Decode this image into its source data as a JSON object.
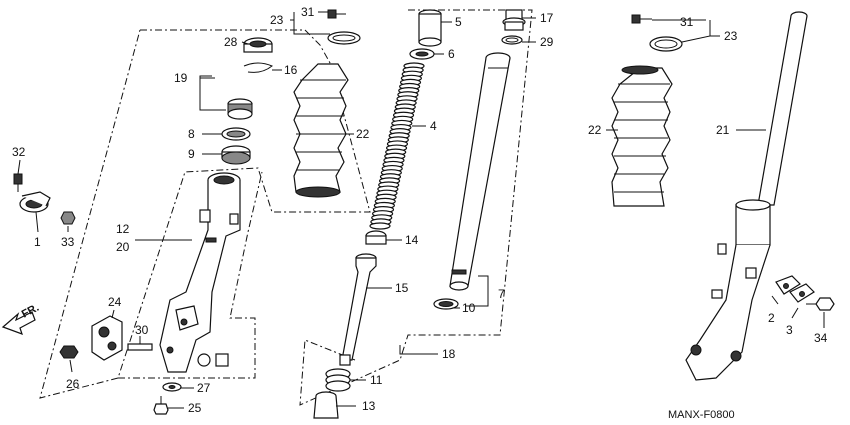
{
  "diagram": {
    "code": "MANX-F0800",
    "direction": "FR.",
    "callouts": {
      "p1": "1",
      "p2": "2",
      "p3": "3",
      "p4": "4",
      "p5": "5",
      "p6": "6",
      "p7": "7",
      "p8": "8",
      "p9": "9",
      "p10": "10",
      "p11": "11",
      "p12": "12",
      "p13": "13",
      "p14": "14",
      "p15": "15",
      "p16": "16",
      "p17": "17",
      "p18": "18",
      "p19": "19",
      "p20": "20",
      "p21": "21",
      "p22": "22",
      "p23": "23",
      "p24": "24",
      "p25": "25",
      "p26": "26",
      "p27": "27",
      "p28": "28",
      "p29": "29",
      "p30": "30",
      "p31": "31",
      "p32": "32",
      "p33": "33",
      "p34": "34"
    }
  }
}
